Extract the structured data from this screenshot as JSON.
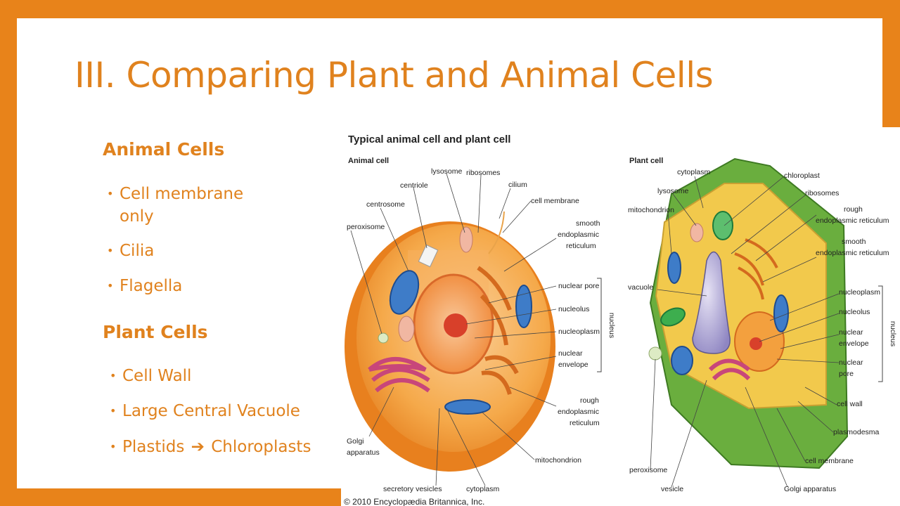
{
  "slide": {
    "title": "III. Comparing Plant and Animal Cells",
    "animal_heading": "Animal Cells",
    "animal_items": [
      "Cell membrane",
      "only",
      "Cilia",
      "Flagella"
    ],
    "plant_heading": "Plant Cells",
    "plant_items": [
      "Cell Wall",
      "Large Central Vacuole",
      "Plastids",
      "Chloroplasts"
    ],
    "arrow_icon": "right-arrow-icon"
  },
  "figure": {
    "title": "Typical animal cell and plant cell",
    "animal_label": "Animal cell",
    "plant_label": "Plant cell",
    "copyright": "© 2010 Encyclopædia Britannica, Inc.",
    "nucleus_bracket": "nucleus",
    "animal_labels": {
      "lysosome": "lysosome",
      "ribosomes": "ribosomes",
      "centriole": "centriole",
      "cilium": "cilium",
      "centrosome": "centrosome",
      "cell_membrane": "cell membrane",
      "peroxisome": "peroxisome",
      "smooth_er_1": "smooth",
      "smooth_er_2": "endoplasmic",
      "smooth_er_3": "reticulum",
      "nuclear_pore": "nuclear pore",
      "nucleolus": "nucleolus",
      "nucleoplasm": "nucleoplasm",
      "nuclear_envelope_1": "nuclear",
      "nuclear_envelope_2": "envelope",
      "rough_er_1": "rough",
      "rough_er_2": "endoplasmic",
      "rough_er_3": "reticulum",
      "golgi_1": "Golgi",
      "golgi_2": "apparatus",
      "mitochondrion": "mitochondrion",
      "secretory_vesicles": "secretory vesicles",
      "cytoplasm": "cytoplasm"
    },
    "plant_labels": {
      "cytoplasm": "cytoplasm",
      "chloroplast": "chloroplast",
      "lysosome": "lysosome",
      "ribosomes": "ribosomes",
      "mitochondrion": "mitochondrion",
      "rough_er_1": "rough",
      "rough_er_2": "endoplasmic reticulum",
      "smooth_er_1": "smooth",
      "smooth_er_2": "endoplasmic reticulum",
      "vacuole": "vacuole",
      "nucleoplasm": "nucleoplasm",
      "nucleolus": "nucleolus",
      "nuclear_envelope_1": "nuclear",
      "nuclear_envelope_2": "envelope",
      "nuclear_pore_1": "nuclear",
      "nuclear_pore_2": "pore",
      "cell_wall": "cell wall",
      "plasmodesma": "plasmodesma",
      "cell_membrane": "cell membrane",
      "peroxisome": "peroxisome",
      "vesicle": "vesicle",
      "golgi": "Golgi apparatus"
    }
  }
}
